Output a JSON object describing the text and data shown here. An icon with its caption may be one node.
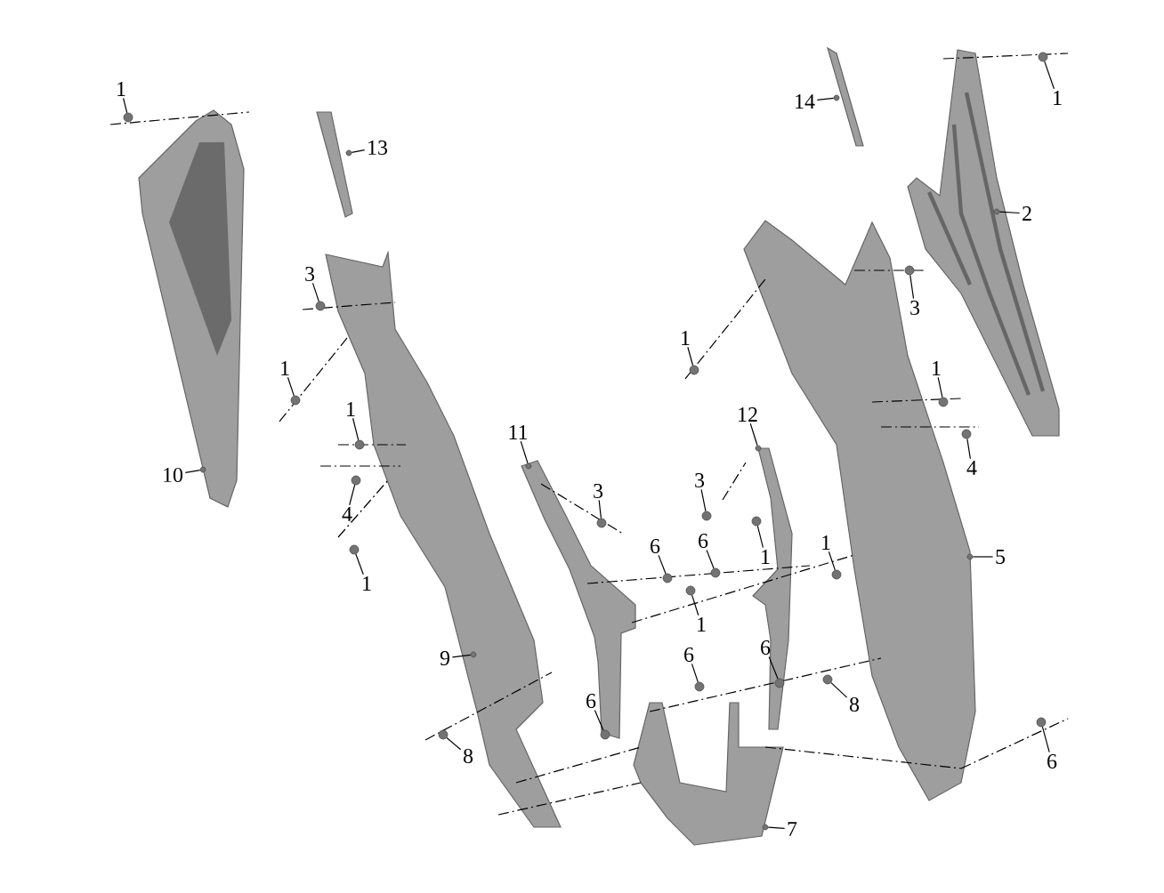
{
  "diagram": {
    "nodes": [
      {
        "text": [
          "1"
        ]
      },
      {
        "text": [
          "13"
        ]
      },
      {
        "text": [
          "14"
        ]
      },
      {
        "text": [
          "1"
        ]
      },
      {
        "text": [
          "2"
        ]
      },
      {
        "text": [
          "3"
        ]
      },
      {
        "text": [
          "3"
        ]
      },
      {
        "text": [
          "1"
        ]
      },
      {
        "text": [
          "1"
        ]
      },
      {
        "text": [
          "1"
        ]
      },
      {
        "text": [
          "1"
        ]
      },
      {
        "text": [
          "11"
        ]
      },
      {
        "text": [
          "12"
        ]
      },
      {
        "text": [
          "10"
        ]
      },
      {
        "text": [
          "4"
        ]
      },
      {
        "text": [
          "4"
        ]
      },
      {
        "text": [
          "3"
        ]
      },
      {
        "text": [
          "3"
        ]
      },
      {
        "text": [
          "6"
        ]
      },
      {
        "text": [
          "6"
        ]
      },
      {
        "text": [
          "1"
        ]
      },
      {
        "text": [
          "1"
        ]
      },
      {
        "text": [
          "1"
        ]
      },
      {
        "text": [
          "5"
        ]
      },
      {
        "text": [
          "1"
        ]
      },
      {
        "text": [
          "9"
        ]
      },
      {
        "text": [
          "6"
        ]
      },
      {
        "text": [
          "6"
        ]
      },
      {
        "text": [
          "6"
        ]
      },
      {
        "text": [
          "8"
        ]
      },
      {
        "text": [
          "8"
        ]
      },
      {
        "text": [
          "6"
        ]
      },
      {
        "text": [
          "7"
        ]
      },
      {
        "text": [],
        "shape": "circle"
      },
      {
        "text": [],
        "shape": "circle"
      },
      {
        "text": [],
        "shape": "circle"
      },
      {
        "text": [],
        "shape": "circle"
      },
      {
        "text": [],
        "shape": "circle"
      },
      {
        "text": [],
        "shape": "circle"
      },
      {
        "text": [],
        "shape": "circle"
      },
      {
        "text": [],
        "shape": "circle"
      },
      {
        "text": [],
        "shape": "circle"
      },
      {
        "text": [],
        "shape": "circle"
      },
      {
        "text": [],
        "shape": "circle"
      },
      {
        "text": [],
        "shape": "circle"
      },
      {
        "text": [],
        "shape": "circle"
      },
      {
        "text": [],
        "shape": "circle"
      },
      {
        "text": [],
        "shape": "circle"
      },
      {
        "text": [],
        "shape": "circle"
      },
      {
        "text": [],
        "shape": "circle"
      },
      {
        "text": [],
        "shape": "circle"
      },
      {
        "text": [],
        "shape": "circle"
      },
      {
        "text": [],
        "shape": "circle"
      },
      {
        "text": [],
        "shape": "circle"
      },
      {
        "text": [],
        "shape": "circle"
      },
      {
        "text": [],
        "shape": "circle"
      },
      {
        "text": [],
        "shape": "circle"
      },
      {
        "text": [],
        "shape": "circle"
      },
      {
        "text": [],
        "shape": "circle"
      },
      {
        "text": [],
        "shape": "circle"
      },
      {
        "text": [],
        "shape": "circle"
      },
      {
        "text": [],
        "shape": "circle"
      },
      {
        "text": [],
        "shape": "circle"
      },
      {
        "text": [],
        "shape": "circle"
      },
      {
        "text": [],
        "shape": "circle"
      },
      {
        "text": [],
        "shape": "circle"
      }
    ],
    "edges": [
      {
        "from": 0,
        "to": 33,
        "arrow": "none"
      },
      {
        "from": 1,
        "to": 34,
        "arrow": "none"
      },
      {
        "from": 2,
        "to": 35,
        "arrow": "none"
      },
      {
        "from": 3,
        "to": 36,
        "arrow": "none"
      },
      {
        "from": 4,
        "to": 37,
        "arrow": "none"
      },
      {
        "from": 5,
        "to": 38,
        "arrow": "none"
      },
      {
        "from": 6,
        "to": 39,
        "arrow": "none"
      },
      {
        "from": 7,
        "to": 40,
        "arrow": "none"
      },
      {
        "from": 8,
        "to": 41,
        "arrow": "none"
      },
      {
        "from": 9,
        "to": 42,
        "arrow": "none"
      },
      {
        "from": 10,
        "to": 43,
        "arrow": "none"
      },
      {
        "from": 11,
        "to": 44,
        "arrow": "none"
      },
      {
        "from": 12,
        "to": 45,
        "arrow": "none"
      },
      {
        "from": 13,
        "to": 46,
        "arrow": "none"
      },
      {
        "from": 14,
        "to": 47,
        "arrow": "none"
      },
      {
        "from": 15,
        "to": 48,
        "arrow": "none"
      },
      {
        "from": 16,
        "to": 49,
        "arrow": "none"
      },
      {
        "from": 17,
        "to": 50,
        "arrow": "none"
      },
      {
        "from": 18,
        "to": 51,
        "arrow": "none"
      },
      {
        "from": 19,
        "to": 52,
        "arrow": "none"
      },
      {
        "from": 20,
        "to": 53,
        "arrow": "none"
      },
      {
        "from": 21,
        "to": 54,
        "arrow": "none"
      },
      {
        "from": 22,
        "to": 55,
        "arrow": "none"
      },
      {
        "from": 23,
        "to": 56,
        "arrow": "none"
      },
      {
        "from": 24,
        "to": 57,
        "arrow": "none"
      },
      {
        "from": 25,
        "to": 58,
        "arrow": "none"
      },
      {
        "from": 26,
        "to": 59,
        "arrow": "none"
      },
      {
        "from": 27,
        "to": 60,
        "arrow": "none"
      },
      {
        "from": 28,
        "to": 61,
        "arrow": "none"
      },
      {
        "from": 29,
        "to": 62,
        "arrow": "none"
      },
      {
        "from": 30,
        "to": 63,
        "arrow": "none"
      },
      {
        "from": 31,
        "to": 64,
        "arrow": "none"
      },
      {
        "from": 32,
        "to": 65,
        "arrow": "none"
      }
    ]
  }
}
